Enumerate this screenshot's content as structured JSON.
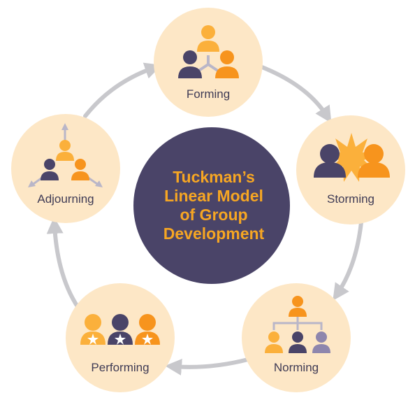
{
  "center": {
    "title_lines": [
      "Tuckman’s",
      "Linear Model",
      "of Group",
      "Development"
    ]
  },
  "stages": [
    {
      "label": "Forming",
      "icon": "forming-group-icon"
    },
    {
      "label": "Storming",
      "icon": "storming-conflict-icon"
    },
    {
      "label": "Norming",
      "icon": "norming-hierarchy-icon"
    },
    {
      "label": "Performing",
      "icon": "performing-stars-icon"
    },
    {
      "label": "Adjourning",
      "icon": "adjourning-diverge-icon"
    }
  ],
  "colors": {
    "center_fill": "#4a4468",
    "center_text": "#f6a623",
    "stage_fill": "#fde7c6",
    "arrow": "#c8c8cc",
    "person_dark": "#4a4468",
    "person_orange": "#f7941d",
    "person_yellow": "#fbb03b",
    "person_lavender": "#8e86ad",
    "burst": "#fbb03b",
    "label_text": "#3f3b55"
  }
}
